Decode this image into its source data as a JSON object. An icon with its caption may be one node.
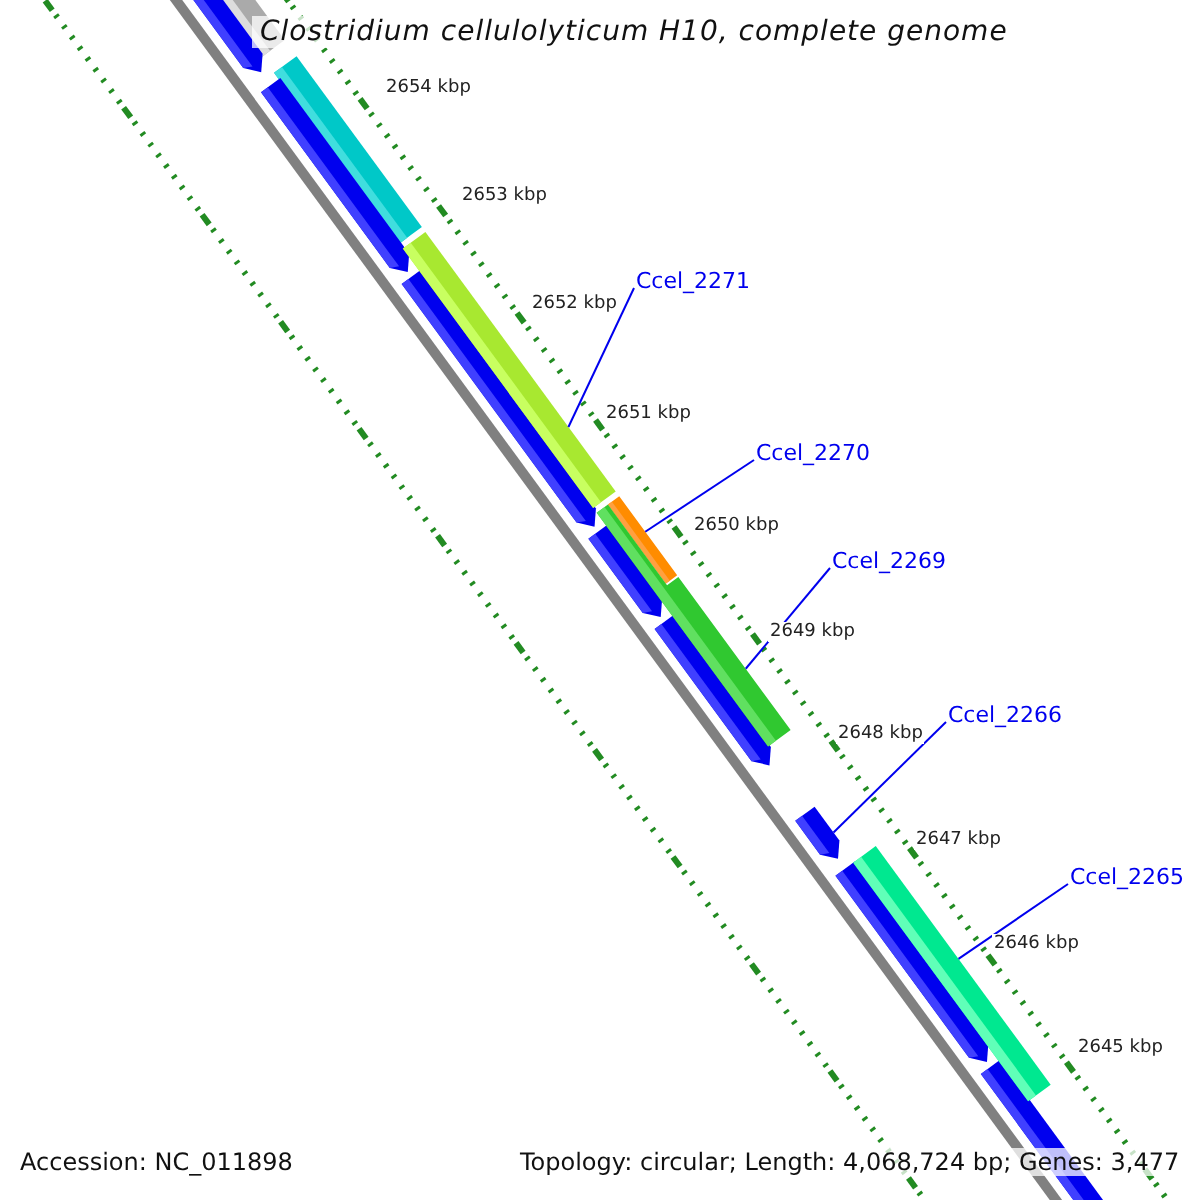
{
  "diagram": {
    "title": "Clostridium cellulolyticum H10, complete genome",
    "nodes": [
      {
        "text": [
          "Ccel_2271"
        ]
      },
      {
        "text": [],
        "shape": "bar"
      },
      {
        "text": [
          "Ccel_2270"
        ]
      },
      {
        "text": [],
        "shape": "bar"
      },
      {
        "text": [
          "Ccel_2269"
        ]
      },
      {
        "text": [],
        "shape": "bar"
      },
      {
        "text": [
          "Ccel_2266"
        ]
      },
      {
        "text": [],
        "shape": "bar"
      },
      {
        "text": [
          "Ccel_2265"
        ]
      },
      {
        "text": [],
        "shape": "bar"
      }
    ],
    "edges": [
      {
        "from": 0,
        "to": 1,
        "arrow": "none"
      },
      {
        "from": 2,
        "to": 3,
        "arrow": "none"
      },
      {
        "from": 4,
        "to": 5,
        "arrow": "none"
      },
      {
        "from": 6,
        "to": 7,
        "arrow": "none"
      },
      {
        "from": 8,
        "to": 9,
        "arrow": "none"
      }
    ],
    "labels": [
      "2654 kbp",
      "2653 kbp",
      "2652 kbp",
      "2651 kbp",
      "2650 kbp",
      "2649 kbp",
      "2648 kbp",
      "2647 kbp",
      "2646 kbp",
      "2645 kbp",
      "Accession: NC_011898",
      "Topology: circular; Length: 4,068,724 bp; Genes: 3,477"
    ]
  }
}
